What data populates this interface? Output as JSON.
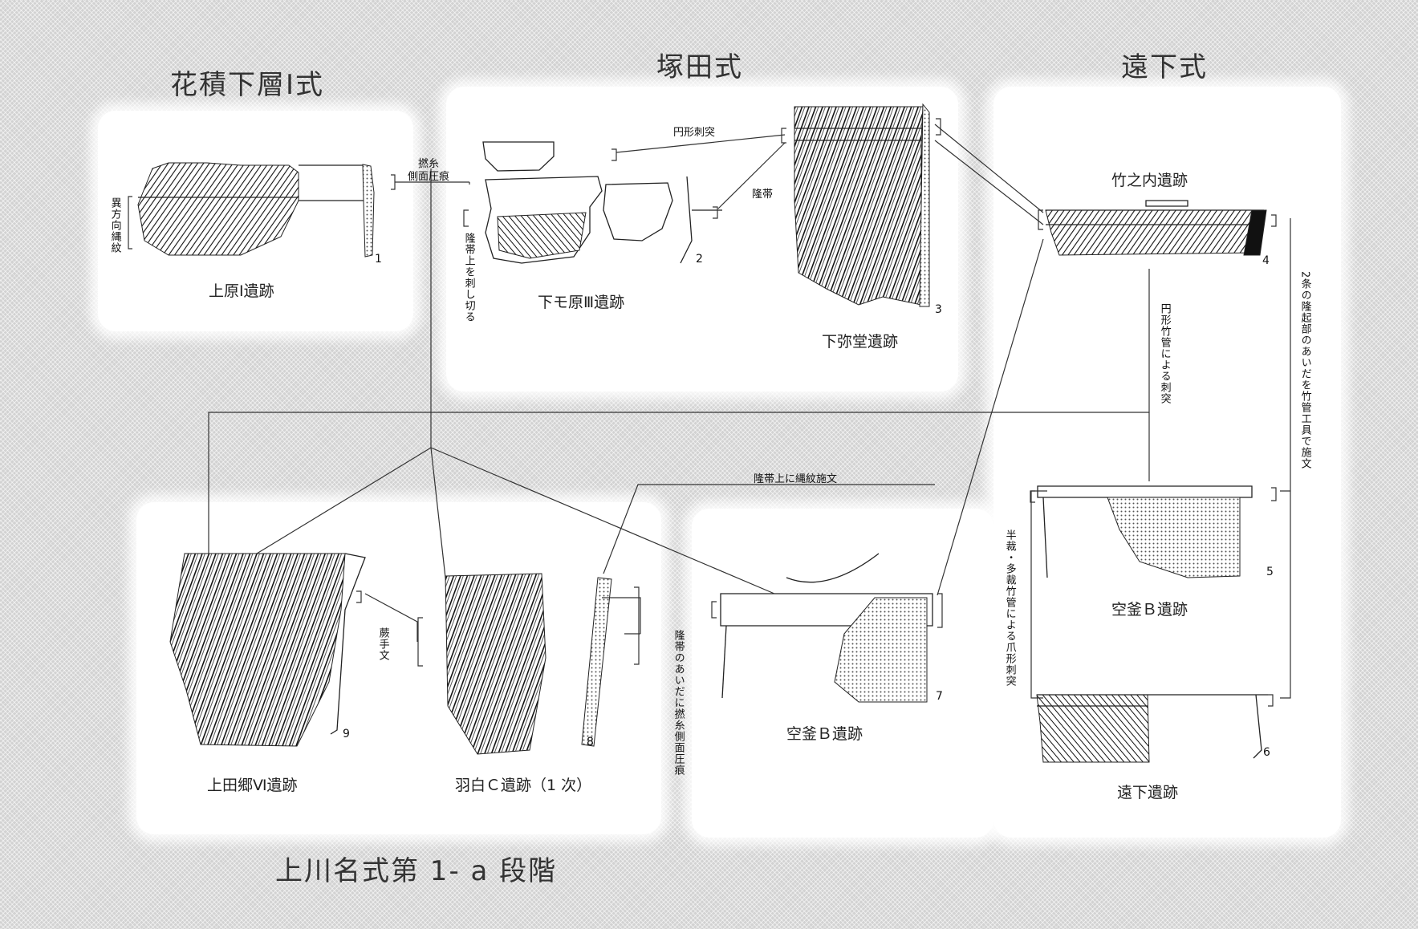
{
  "groups": {
    "hanazumi": "花積下層Ⅰ式",
    "tsukada": "塚田式",
    "toshita": "遠下式",
    "kamikawana": "上川名式第 1- a 段階"
  },
  "sites": {
    "s1": "上原Ⅰ遺跡",
    "s2": "下モ原Ⅲ遺跡",
    "s3": "下弥堂遺跡",
    "s4": "竹之内遺跡",
    "s5": "空釜Ｂ遺跡",
    "s7": "空釜Ｂ遺跡",
    "s6": "遠下遺跡",
    "s9": "上田郷Ⅵ遺跡",
    "s8": "羽白Ｃ遺跡（1 次）"
  },
  "numbers": [
    "1",
    "2",
    "3",
    "4",
    "5",
    "6",
    "7",
    "8",
    "9"
  ],
  "annotations": {
    "nenshi_line1": "撚糸",
    "nenshi_line2": "側面圧痕",
    "ihoko": "異方向縄紋",
    "enkei_shitotsu": "円形刺突",
    "ryutai": "隆帯",
    "ryutai_kiru": "隆帯上を刺し切る",
    "enkei_chikukan": "円形竹管による刺突",
    "ni_jo": "2条の隆起部のあいだを竹管工具で施文",
    "hansai": "半裁・多裁竹管による爪形刺突",
    "ryutai_jomon": "隆帯上に縄紋施文",
    "warabite": "蕨手文",
    "ryutai_aida": "隆帯のあいだに撚糸側面圧痕"
  },
  "colors": {
    "background": "#d2d2d2",
    "panel": "#ffffff",
    "ink": "#222222"
  }
}
